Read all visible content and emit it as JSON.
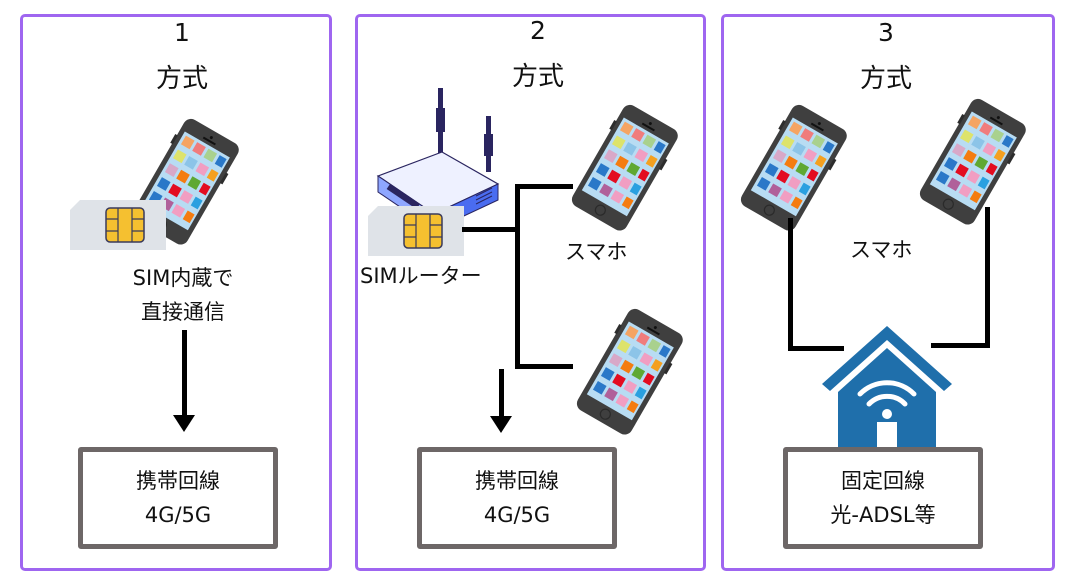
{
  "panels": [
    {
      "number": "1",
      "title": "方式",
      "device_label_line1": "SIM内蔵で",
      "device_label_line2": "直接通信",
      "box_line1": "携帯回線",
      "box_line2": "4G/5G"
    },
    {
      "number": "2",
      "title": "方式",
      "router_label": "SIMルーター",
      "phone_label": "スマホ",
      "box_line1": "携帯回線",
      "box_line2": "4G/5G"
    },
    {
      "number": "3",
      "title": "方式",
      "phone_label": "スマホ",
      "box_line1": "固定回線",
      "box_line2": "光-ADSL等"
    }
  ],
  "colors": {
    "panel_border": "#9f66f0",
    "box_border": "#6d6767",
    "house_blue": "#1f6fab",
    "router_blue": "#4a6cf0",
    "phone_body": "#3f3f3f"
  },
  "icons": [
    "smartphone-icon",
    "sim-card-icon",
    "router-icon",
    "home-wifi-icon",
    "arrow-down-icon"
  ]
}
